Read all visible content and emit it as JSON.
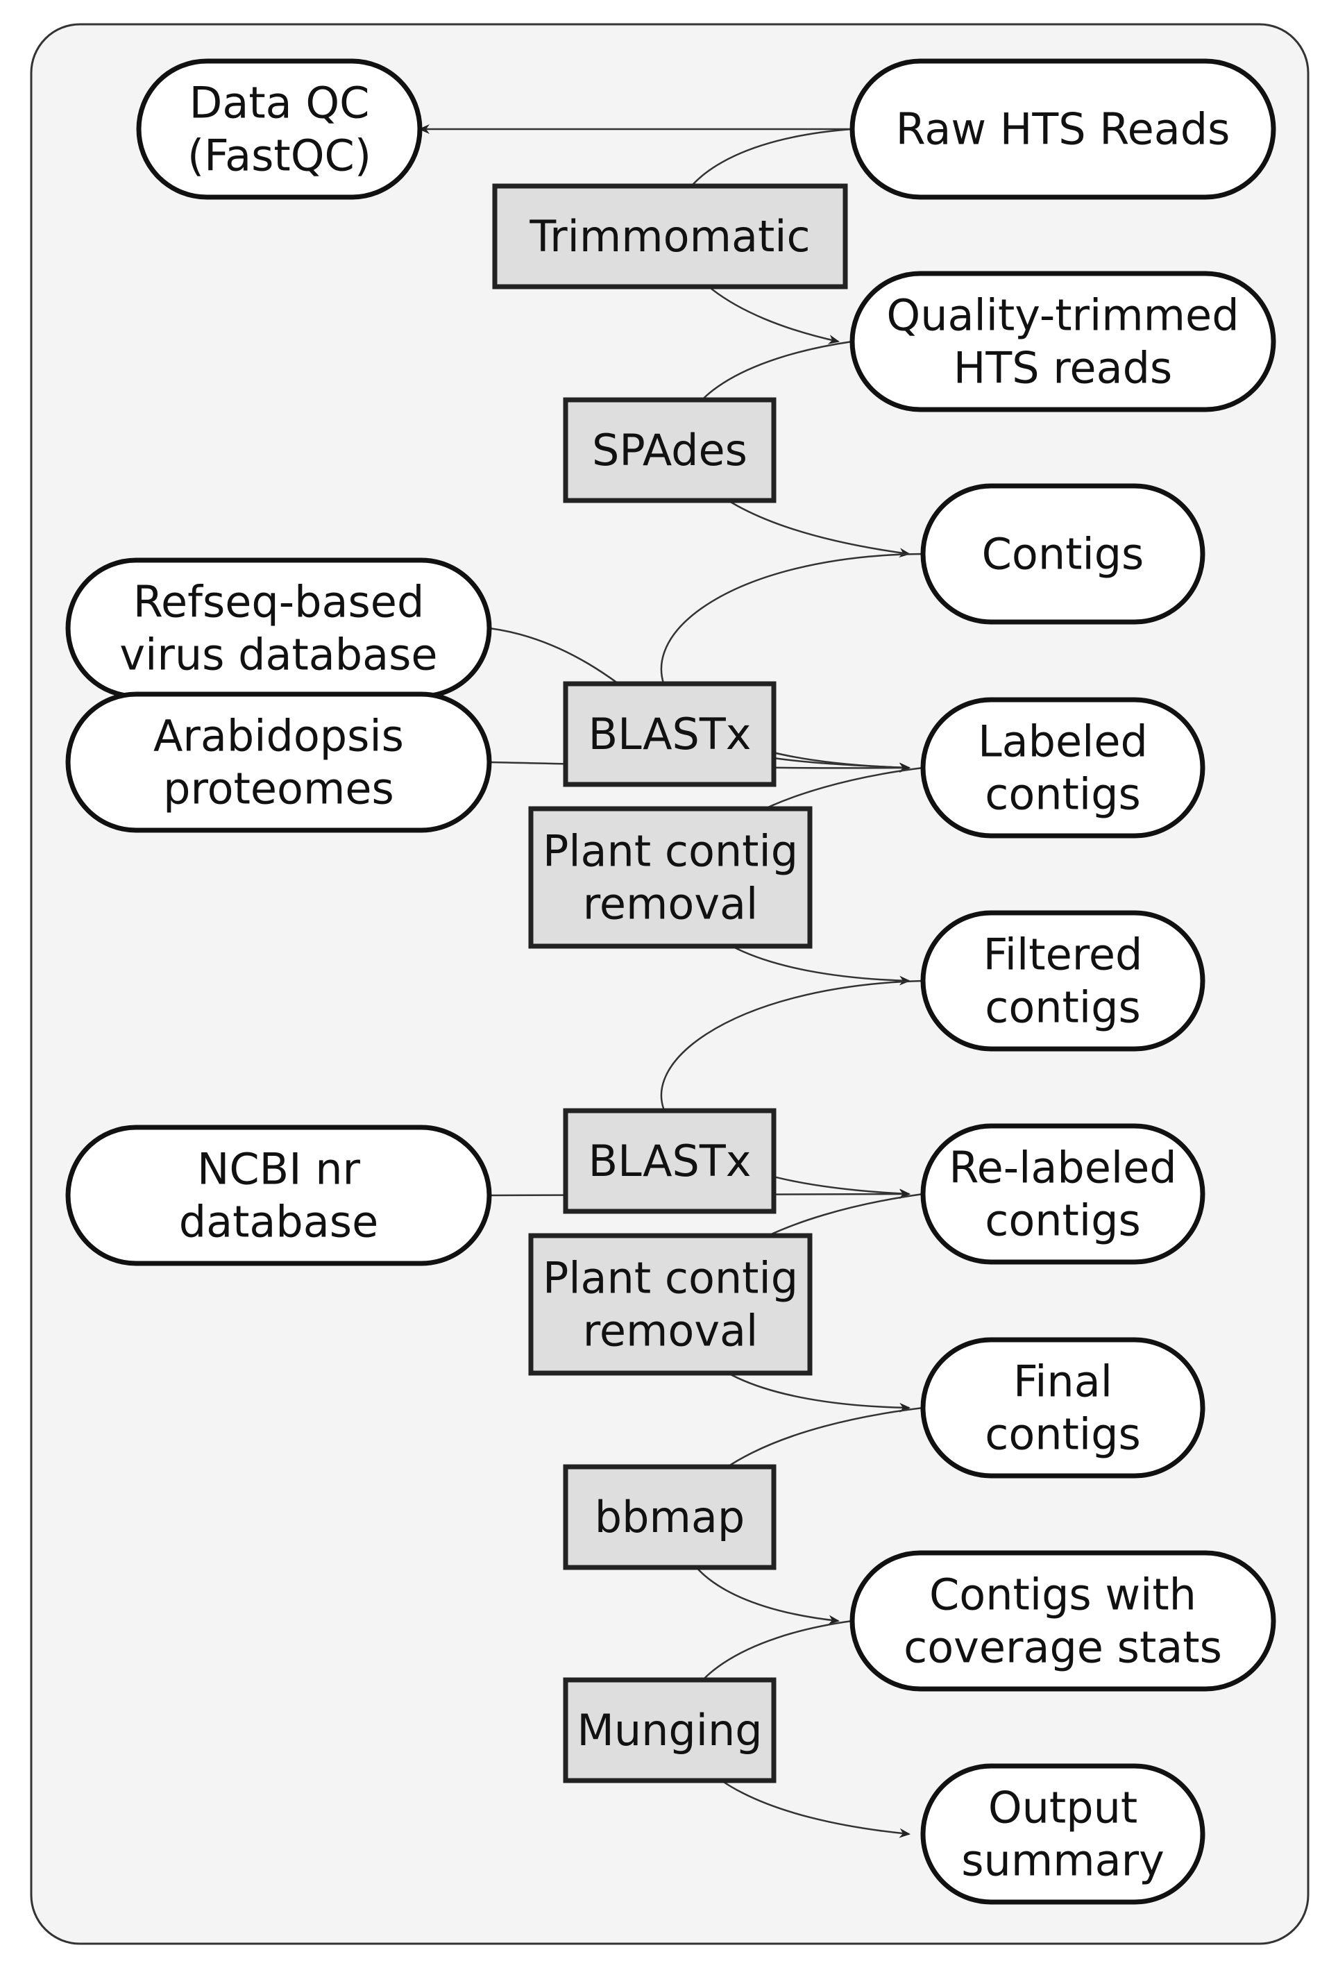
{
  "colors": {
    "frame_fill": "#f4f4f4",
    "data_node_fill": "#ffffff",
    "tool_node_fill": "#dedede",
    "stroke": "#111111"
  },
  "data_nodes": {
    "data_qc": [
      "Data QC",
      "(FastQC)"
    ],
    "raw_reads": [
      "Raw HTS Reads"
    ],
    "trimmed_reads": [
      "Quality-trimmed",
      "HTS reads"
    ],
    "contigs": [
      "Contigs"
    ],
    "refseq_db": [
      "Refseq-based",
      "virus database"
    ],
    "arabidopsis": [
      "Arabidopsis",
      "proteomes"
    ],
    "labeled_contigs": [
      "Labeled",
      "contigs"
    ],
    "filtered_contigs": [
      "Filtered",
      "contigs"
    ],
    "ncbi_nr": [
      "NCBI nr",
      "database"
    ],
    "relabeled_contigs": [
      "Re-labeled",
      "contigs"
    ],
    "final_contigs": [
      "Final",
      "contigs"
    ],
    "coverage_contigs": [
      "Contigs with",
      "coverage stats"
    ],
    "output_summary": [
      "Output",
      "summary"
    ]
  },
  "tool_nodes": {
    "trimmomatic": [
      "Trimmomatic"
    ],
    "spades": [
      "SPAdes"
    ],
    "blastx_1": [
      "BLASTx"
    ],
    "plant_removal_1": [
      "Plant contig",
      "removal"
    ],
    "blastx_2": [
      "BLASTx"
    ],
    "plant_removal_2": [
      "Plant contig",
      "removal"
    ],
    "bbmap": [
      "bbmap"
    ],
    "munging": [
      "Munging"
    ]
  },
  "edges": [
    {
      "from": "raw_reads",
      "to": "data_qc"
    },
    {
      "from": "raw_reads",
      "via": "trimmomatic",
      "to": "trimmed_reads"
    },
    {
      "from": "trimmed_reads",
      "via": "spades",
      "to": "contigs"
    },
    {
      "from": "contigs",
      "via": "blastx_1",
      "to": "labeled_contigs"
    },
    {
      "from": "refseq_db",
      "via": "blastx_1",
      "to": "labeled_contigs"
    },
    {
      "from": "arabidopsis",
      "via": "blastx_1",
      "to": "labeled_contigs"
    },
    {
      "from": "labeled_contigs",
      "via": "plant_removal_1",
      "to": "filtered_contigs"
    },
    {
      "from": "filtered_contigs",
      "via": "blastx_2",
      "to": "relabeled_contigs"
    },
    {
      "from": "ncbi_nr",
      "via": "blastx_2",
      "to": "relabeled_contigs"
    },
    {
      "from": "relabeled_contigs",
      "via": "plant_removal_2",
      "to": "final_contigs"
    },
    {
      "from": "final_contigs",
      "via": "bbmap",
      "to": "coverage_contigs"
    },
    {
      "from": "coverage_contigs",
      "via": "munging",
      "to": "output_summary"
    }
  ]
}
